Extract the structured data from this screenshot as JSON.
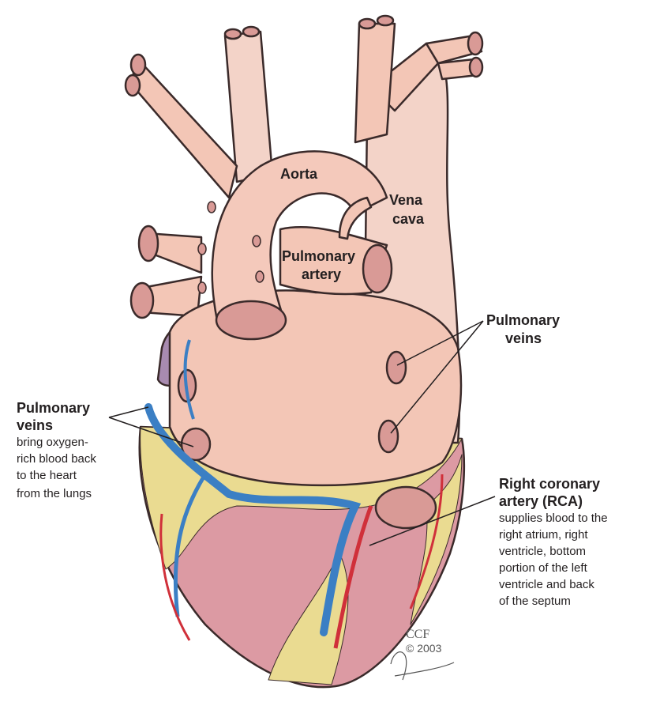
{
  "labels": {
    "aorta": "Aorta",
    "vena_cava_1": "Vena",
    "vena_cava_2": "cava",
    "pulmonary_artery_1": "Pulmonary",
    "pulmonary_artery_2": "artery",
    "pulmonary_veins_right_1": "Pulmonary",
    "pulmonary_veins_right_2": "veins"
  },
  "left_note": {
    "title_1": "Pulmonary",
    "title_2": "veins",
    "lines": [
      "bring oxygen-",
      "rich blood back",
      "to the heart",
      "from the lungs"
    ]
  },
  "right_note": {
    "title_1": "Right coronary",
    "title_2": "artery (RCA)",
    "lines": [
      "supplies blood to the",
      "right atrium, right",
      "ventricle, bottom",
      "portion of the left",
      "ventricle and back",
      "of the septum"
    ]
  },
  "credit": {
    "org": "CCF",
    "year": "© 2003",
    "signature": "Pangrace"
  },
  "colors": {
    "tissue": "#f3c6b6",
    "vessel_outline": "#3a2a2a",
    "vein_blue": "#3b7fc4",
    "artery_red": "#d0303a",
    "fat": "#eadb91",
    "muscle": "#dc9aa3"
  }
}
